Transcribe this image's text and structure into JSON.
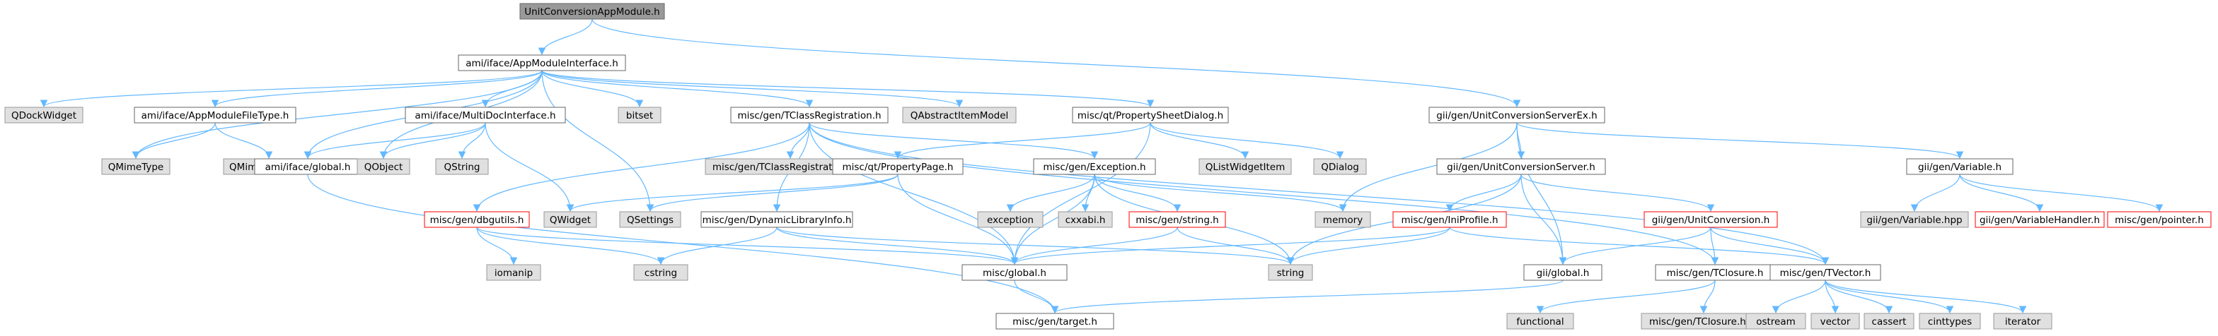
{
  "colors": {
    "root_fill": "#999999",
    "root_stroke": "#666666",
    "normal_fill": "#ffffff",
    "normal_stroke": "#666666",
    "external_fill": "#e0e0e0",
    "external_stroke": "#999999",
    "broken_fill": "#ffffff",
    "broken_stroke": "#ff0000",
    "edge": "#63b8ff"
  },
  "nodes": [
    {
      "id": "n0",
      "label": "UnitConversionAppModule.h",
      "kind": "root"
    },
    {
      "id": "n1",
      "label": "ami/iface/AppModuleInterface.h",
      "kind": "normal"
    },
    {
      "id": "n2",
      "label": "QDockWidget",
      "kind": "external"
    },
    {
      "id": "n3",
      "label": "ami/iface/AppModuleFileType.h",
      "kind": "normal"
    },
    {
      "id": "n4",
      "label": "ami/iface/MultiDocInterface.h",
      "kind": "normal"
    },
    {
      "id": "n5",
      "label": "bitset",
      "kind": "external"
    },
    {
      "id": "n6",
      "label": "misc/gen/TClassRegistration.h",
      "kind": "normal"
    },
    {
      "id": "n7",
      "label": "QAbstractItemModel",
      "kind": "external"
    },
    {
      "id": "n8",
      "label": "misc/qt/PropertySheetDialog.h",
      "kind": "normal"
    },
    {
      "id": "n9",
      "label": "gii/gen/UnitConversionServerEx.h",
      "kind": "normal"
    },
    {
      "id": "n10",
      "label": "QMimeType",
      "kind": "external"
    },
    {
      "id": "n11",
      "label": "QMimeDatabase",
      "kind": "external"
    },
    {
      "id": "n12",
      "label": "ami/iface/global.h",
      "kind": "normal"
    },
    {
      "id": "n13",
      "label": "QObject",
      "kind": "external"
    },
    {
      "id": "n14",
      "label": "QString",
      "kind": "external"
    },
    {
      "id": "n15",
      "label": "misc/gen/TClassRegistration.hpp",
      "kind": "external"
    },
    {
      "id": "n16",
      "label": "QListWidgetItem",
      "kind": "external"
    },
    {
      "id": "n17",
      "label": "QDialog",
      "kind": "external"
    },
    {
      "id": "n18",
      "label": "gii/gen/UnitConversionServer.h",
      "kind": "normal"
    },
    {
      "id": "n19",
      "label": "gii/gen/Variable.h",
      "kind": "normal"
    },
    {
      "id": "n20",
      "label": "misc/qt/PropertyPage.h",
      "kind": "normal"
    },
    {
      "id": "n21",
      "label": "misc/gen/Exception.h",
      "kind": "normal"
    },
    {
      "id": "n22",
      "label": "misc/gen/dbgutils.h",
      "kind": "broken"
    },
    {
      "id": "n23",
      "label": "QWidget",
      "kind": "external"
    },
    {
      "id": "n24",
      "label": "QSettings",
      "kind": "external"
    },
    {
      "id": "n25",
      "label": "misc/gen/DynamicLibraryInfo.h",
      "kind": "normal"
    },
    {
      "id": "n26",
      "label": "exception",
      "kind": "external"
    },
    {
      "id": "n27",
      "label": "cxxabi.h",
      "kind": "external"
    },
    {
      "id": "n28",
      "label": "misc/gen/string.h",
      "kind": "broken"
    },
    {
      "id": "n29",
      "label": "memory",
      "kind": "external"
    },
    {
      "id": "n30",
      "label": "misc/gen/IniProfile.h",
      "kind": "broken"
    },
    {
      "id": "n31",
      "label": "gii/gen/UnitConversion.h",
      "kind": "broken"
    },
    {
      "id": "n32",
      "label": "gii/gen/Variable.hpp",
      "kind": "external"
    },
    {
      "id": "n33",
      "label": "gii/gen/VariableHandler.h",
      "kind": "broken"
    },
    {
      "id": "n34",
      "label": "misc/gen/pointer.h",
      "kind": "broken"
    },
    {
      "id": "n35",
      "label": "iomanip",
      "kind": "external"
    },
    {
      "id": "n36",
      "label": "cstring",
      "kind": "external"
    },
    {
      "id": "n37",
      "label": "misc/global.h",
      "kind": "normal"
    },
    {
      "id": "n38",
      "label": "string",
      "kind": "external"
    },
    {
      "id": "n39",
      "label": "gii/global.h",
      "kind": "normal"
    },
    {
      "id": "n40",
      "label": "misc/gen/TClosure.h",
      "kind": "normal"
    },
    {
      "id": "n41",
      "label": "misc/gen/TVector.h",
      "kind": "normal"
    },
    {
      "id": "n42",
      "label": "misc/gen/target.h",
      "kind": "normal"
    },
    {
      "id": "n43",
      "label": "functional",
      "kind": "external"
    },
    {
      "id": "n44",
      "label": "misc/gen/TClosure.hpp",
      "kind": "external"
    },
    {
      "id": "n45",
      "label": "ostream",
      "kind": "external"
    },
    {
      "id": "n46",
      "label": "vector",
      "kind": "external"
    },
    {
      "id": "n47",
      "label": "cassert",
      "kind": "external"
    },
    {
      "id": "n48",
      "label": "cinttypes",
      "kind": "external"
    },
    {
      "id": "n49",
      "label": "iterator",
      "kind": "external"
    }
  ],
  "edges": [
    [
      "n0",
      "n1"
    ],
    [
      "n0",
      "n9"
    ],
    [
      "n1",
      "n2"
    ],
    [
      "n1",
      "n3"
    ],
    [
      "n1",
      "n4"
    ],
    [
      "n1",
      "n5"
    ],
    [
      "n1",
      "n6"
    ],
    [
      "n1",
      "n7"
    ],
    [
      "n1",
      "n8"
    ],
    [
      "n1",
      "n10"
    ],
    [
      "n1",
      "n12"
    ],
    [
      "n1",
      "n13"
    ],
    [
      "n1",
      "n24"
    ],
    [
      "n3",
      "n10"
    ],
    [
      "n3",
      "n11"
    ],
    [
      "n4",
      "n12"
    ],
    [
      "n4",
      "n13"
    ],
    [
      "n4",
      "n14"
    ],
    [
      "n4",
      "n23"
    ],
    [
      "n6",
      "n15"
    ],
    [
      "n6",
      "n21"
    ],
    [
      "n6",
      "n22"
    ],
    [
      "n6",
      "n25"
    ],
    [
      "n6",
      "n37"
    ],
    [
      "n6",
      "n40"
    ],
    [
      "n6",
      "n41"
    ],
    [
      "n8",
      "n16"
    ],
    [
      "n8",
      "n17"
    ],
    [
      "n8",
      "n20"
    ],
    [
      "n8",
      "n37"
    ],
    [
      "n9",
      "n18"
    ],
    [
      "n9",
      "n19"
    ],
    [
      "n9",
      "n29"
    ],
    [
      "n9",
      "n39"
    ],
    [
      "n12",
      "n42"
    ],
    [
      "n18",
      "n30"
    ],
    [
      "n18",
      "n31"
    ],
    [
      "n18",
      "n38"
    ],
    [
      "n18",
      "n39"
    ],
    [
      "n19",
      "n32"
    ],
    [
      "n19",
      "n33"
    ],
    [
      "n19",
      "n34"
    ],
    [
      "n20",
      "n23"
    ],
    [
      "n20",
      "n24"
    ],
    [
      "n20",
      "n37"
    ],
    [
      "n21",
      "n26"
    ],
    [
      "n21",
      "n27"
    ],
    [
      "n21",
      "n28"
    ],
    [
      "n21",
      "n29"
    ],
    [
      "n21",
      "n37"
    ],
    [
      "n21",
      "n38"
    ],
    [
      "n22",
      "n35"
    ],
    [
      "n22",
      "n36"
    ],
    [
      "n22",
      "n37"
    ],
    [
      "n25",
      "n36"
    ],
    [
      "n25",
      "n37"
    ],
    [
      "n25",
      "n38"
    ],
    [
      "n28",
      "n37"
    ],
    [
      "n28",
      "n38"
    ],
    [
      "n30",
      "n37"
    ],
    [
      "n30",
      "n38"
    ],
    [
      "n30",
      "n41"
    ],
    [
      "n31",
      "n39"
    ],
    [
      "n31",
      "n40"
    ],
    [
      "n31",
      "n41"
    ],
    [
      "n37",
      "n42"
    ],
    [
      "n39",
      "n42"
    ],
    [
      "n40",
      "n43"
    ],
    [
      "n40",
      "n44"
    ],
    [
      "n41",
      "n45"
    ],
    [
      "n41",
      "n46"
    ],
    [
      "n41",
      "n47"
    ],
    [
      "n41",
      "n48"
    ],
    [
      "n41",
      "n49"
    ]
  ]
}
